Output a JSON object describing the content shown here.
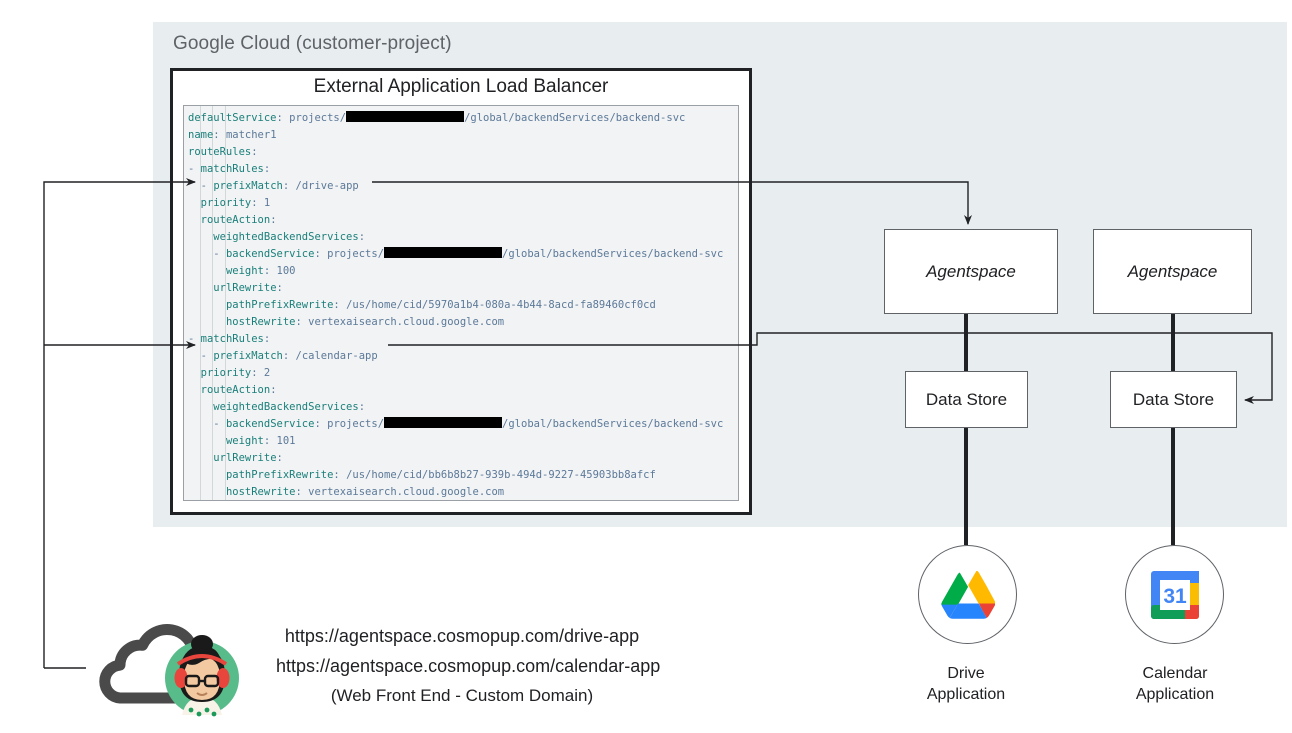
{
  "container": {
    "title": "Google Cloud (customer-project)",
    "bg_color": "#e8edf0"
  },
  "load_balancer": {
    "title": "External Application Load Balancer",
    "code": {
      "language": "yaml",
      "key_color": "#1a7f7a",
      "value_color": "#5c7999",
      "background": "#f1f3f4",
      "lines": [
        {
          "indent": 0,
          "key": "defaultService",
          "value": "projects/",
          "redacted": true,
          "value_tail": "/global/backendServices/backend-svc"
        },
        {
          "indent": 0,
          "key": "name",
          "value": "matcher1"
        },
        {
          "indent": 0,
          "key": "routeRules",
          "value": ""
        },
        {
          "indent": 0,
          "dash": true,
          "key": "matchRules",
          "value": ""
        },
        {
          "indent": 1,
          "dash": true,
          "key": "prefixMatch",
          "value": "/drive-app",
          "anchor": "drive-app"
        },
        {
          "indent": 1,
          "key": "priority",
          "value": "1"
        },
        {
          "indent": 1,
          "key": "routeAction",
          "value": ""
        },
        {
          "indent": 2,
          "key": "weightedBackendServices",
          "value": ""
        },
        {
          "indent": 2,
          "dash": true,
          "key": "backendService",
          "value": "projects/",
          "redacted": true,
          "value_tail": "/global/backendServices/backend-svc"
        },
        {
          "indent": 3,
          "key": "weight",
          "value": "100"
        },
        {
          "indent": 2,
          "key": "urlRewrite",
          "value": ""
        },
        {
          "indent": 3,
          "key": "pathPrefixRewrite",
          "value": "/us/home/cid/5970a1b4-080a-4b44-8acd-fa89460cf0cd"
        },
        {
          "indent": 3,
          "key": "hostRewrite",
          "value": "vertexaisearch.cloud.google.com"
        },
        {
          "indent": 0,
          "dash": true,
          "key": "matchRules",
          "value": ""
        },
        {
          "indent": 1,
          "dash": true,
          "key": "prefixMatch",
          "value": "/calendar-app",
          "anchor": "calendar-app"
        },
        {
          "indent": 1,
          "key": "priority",
          "value": "2"
        },
        {
          "indent": 1,
          "key": "routeAction",
          "value": ""
        },
        {
          "indent": 2,
          "key": "weightedBackendServices",
          "value": ""
        },
        {
          "indent": 2,
          "dash": true,
          "key": "backendService",
          "value": "projects/",
          "redacted": true,
          "value_tail": "/global/backendServices/backend-svc"
        },
        {
          "indent": 3,
          "key": "weight",
          "value": "101"
        },
        {
          "indent": 2,
          "key": "urlRewrite",
          "value": ""
        },
        {
          "indent": 3,
          "key": "pathPrefixRewrite",
          "value": "/us/home/cid/bb6b8b27-939b-494d-9227-45903bb8afcf"
        },
        {
          "indent": 3,
          "key": "hostRewrite",
          "value": "vertexaisearch.cloud.google.com"
        }
      ]
    }
  },
  "nodes": {
    "agentspace_1": "Agentspace",
    "agentspace_2": "Agentspace",
    "datastore_1": "Data Store",
    "datastore_2": "Data Store"
  },
  "applications": [
    {
      "icon": "google-drive-icon",
      "label_line1": "Drive",
      "label_line2": "Application"
    },
    {
      "icon": "google-calendar-icon",
      "label_line1": "Calendar",
      "label_line2": "Application",
      "day": "31"
    }
  ],
  "frontend": {
    "icon": "cloud-user-icon",
    "url_drive": "https://agentspace.cosmopup.com/drive-app",
    "url_calendar": "https://agentspace.cosmopup.com/calendar-app",
    "caption": "(Web Front End - Custom Domain)"
  },
  "colors": {
    "drive_blue": "#2684FC",
    "drive_green": "#00AC47",
    "drive_yellow": "#FFBA00",
    "drive_red": "#EA4335",
    "calendar_blue": "#4285F4",
    "calendar_green": "#0F9D58",
    "calendar_yellow": "#FBBC04",
    "calendar_red": "#EA4335",
    "avatar_bg": "#57bb8a",
    "cloud_gray": "#4a4a4a"
  }
}
